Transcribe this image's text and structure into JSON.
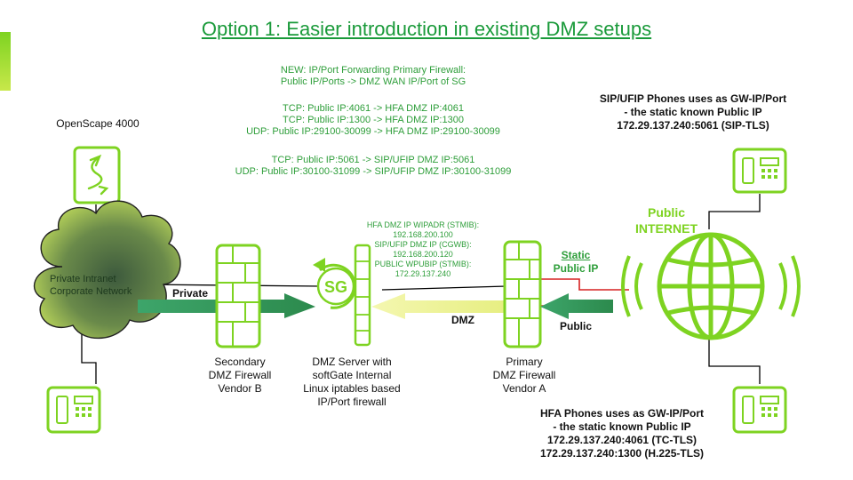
{
  "title": "Option 1: Easier introduction in existing DMZ setups",
  "colors": {
    "accent_green": "#7ed321",
    "text_green": "#2e9e3a",
    "arrow_dark_green": "#2f8f4e",
    "arrow_yellow": "#f2f5a0",
    "red_link": "#d62020"
  },
  "forwarding": {
    "heading_1": "NEW: IP/Port Forwarding Primary Firewall:",
    "heading_2": "Public IP/Ports -> DMZ WAN IP/Port of SG",
    "rules_hfa": [
      "TCP:  Public IP:4061 -> HFA DMZ IP:4061",
      "TCP:  Public IP:1300 -> HFA DMZ IP:1300",
      "UDP: Public IP:29100-30099 -> HFA DMZ IP:29100-30099"
    ],
    "rules_sip": [
      "TCP:  Public IP:5061 -> SIP/UFIP DMZ IP:5061",
      "UDP: Public IP:30100-31099 -> SIP/UFIP DMZ IP:30100-31099"
    ]
  },
  "sip_info": [
    "SIP/UFIP Phones uses as GW-IP/Port",
    "- the static known Public IP",
    "172.29.137.240:5061  (SIP-TLS)"
  ],
  "openscape_label": "OpenScape 4000",
  "cloud_label": [
    "Private Intranet",
    "Corporate  Network"
  ],
  "internet_label": [
    "Public",
    "INTERNET"
  ],
  "dmz_ips": [
    "HFA DMZ IP WIPADR (STMIB):",
    "192.168.200.100",
    "SIP/UFIP   DMZ IP  (CGWB):",
    "192.168.200.120",
    "PUBLIC  WPUBIP  (STMIB):",
    "172.29.137.240"
  ],
  "static_ip": [
    "Static",
    "Public IP"
  ],
  "zone_labels": {
    "private": "Private",
    "dmz": "DMZ",
    "public": "Public"
  },
  "sg_label": "SG",
  "secondary_fw": [
    "Secondary",
    "DMZ  Firewall",
    "Vendor B"
  ],
  "dmz_server": [
    "DMZ Server with",
    "softGate Internal",
    "Linux iptables based",
    "IP/Port firewall"
  ],
  "primary_fw": [
    "Primary",
    "DMZ  Firewall",
    "Vendor A"
  ],
  "hfa_info": [
    "HFA Phones uses as GW-IP/Port",
    "- the static  known Public IP",
    "172.29.137.240:4061  (TC-TLS)",
    "172.29.137.240:1300  (H.225-TLS)"
  ]
}
